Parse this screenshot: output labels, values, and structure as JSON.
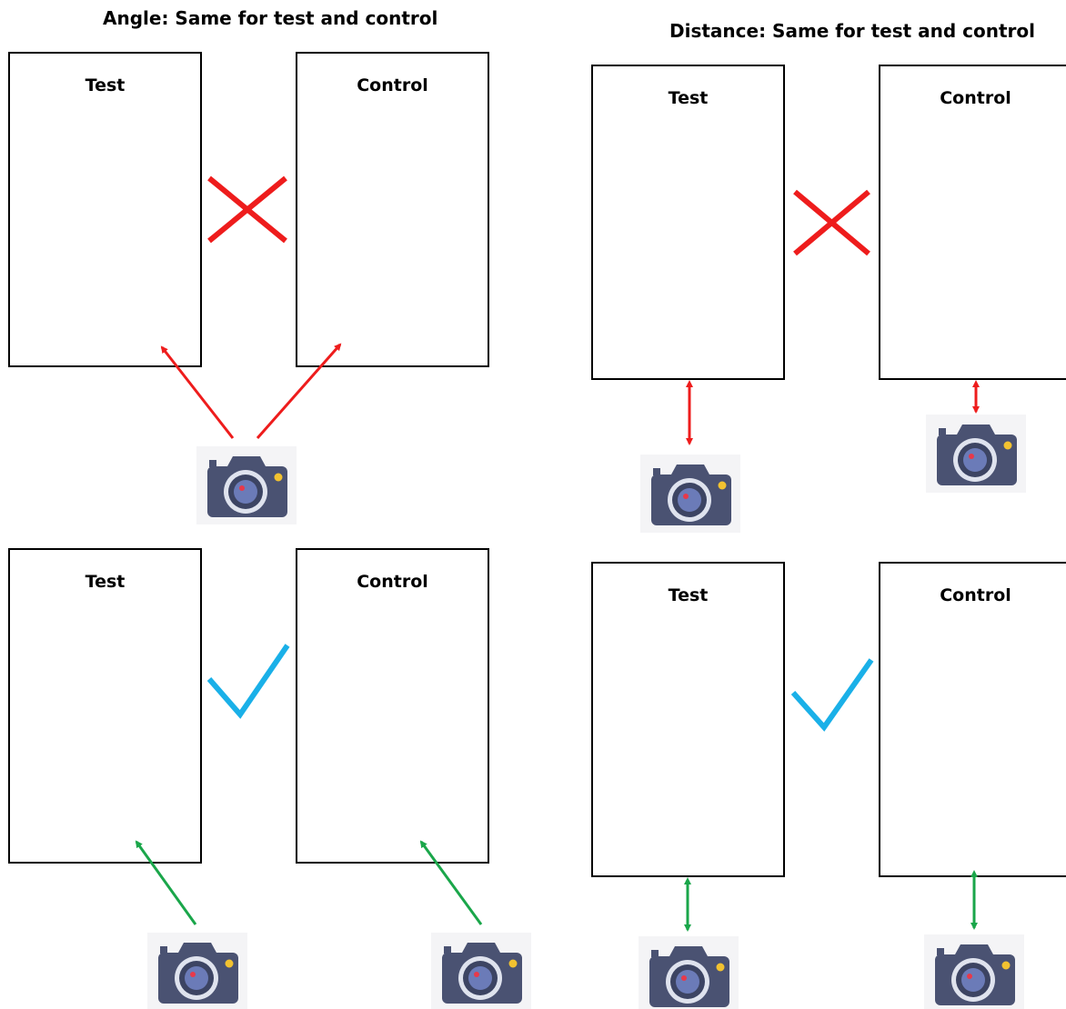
{
  "angle_section": {
    "title": "Angle: Same for test and control",
    "wrong": {
      "test_label": "Test",
      "control_label": "Control",
      "verdict": "incorrect"
    },
    "right": {
      "test_label": "Test",
      "control_label": "Control",
      "verdict": "correct"
    }
  },
  "distance_section": {
    "title": "Distance: Same for test and control",
    "wrong": {
      "test_label": "Test",
      "control_label": "Control",
      "verdict": "incorrect"
    },
    "right": {
      "test_label": "Test",
      "control_label": "Control",
      "verdict": "correct"
    }
  },
  "colors": {
    "wrong_arrow": "#ee1c1c",
    "right_arrow": "#1aa64a",
    "cross": "#ee1c1c",
    "check": "#1ab0e8",
    "camera_body": "#4a5272",
    "camera_lens": "#6b7bb8",
    "camera_flash": "#f2c230"
  },
  "icons": {
    "camera": "camera-icon",
    "cross": "cross-mark-icon",
    "check": "check-mark-icon"
  }
}
